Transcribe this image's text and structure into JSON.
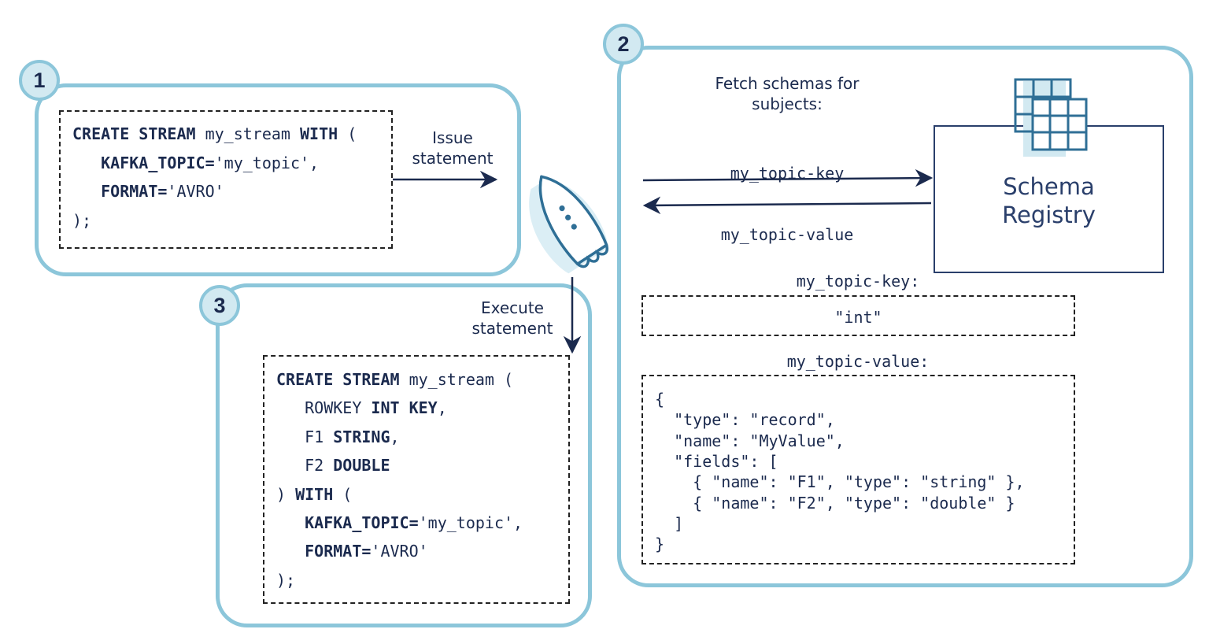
{
  "badges": {
    "step1": "1",
    "step2": "2",
    "step3": "3"
  },
  "step1": {
    "code_lines": [
      [
        {
          "t": "CREATE STREAM",
          "b": true
        },
        {
          "t": " my_stream ",
          "b": false
        },
        {
          "t": "WITH",
          "b": true
        },
        {
          "t": " (",
          "b": false
        }
      ],
      [
        {
          "t": "   KAFKA_TOPIC=",
          "b": true
        },
        {
          "t": "'my_topic',",
          "b": false
        }
      ],
      [
        {
          "t": "   FORMAT=",
          "b": true
        },
        {
          "t": "'AVRO'",
          "b": false
        }
      ],
      [
        {
          "t": ");",
          "b": false
        }
      ]
    ],
    "arrow_label_1": "Issue",
    "arrow_label_2": "statement"
  },
  "step2": {
    "fetch_label_1": "Fetch schemas for",
    "fetch_label_2": "subjects:",
    "subject_key": "my_topic-key",
    "subject_value": "my_topic-value",
    "registry_title_1": "Schema",
    "registry_title_2": "Registry",
    "key_heading": "my_topic-key:",
    "key_schema": "\"int\"",
    "value_heading": "my_topic-value:",
    "value_schema_lines": [
      "{",
      "  \"type\": \"record\",",
      "  \"name\": \"MyValue\",",
      "  \"fields\": [",
      "    { \"name\": \"F1\", \"type\": \"string\" },",
      "    { \"name\": \"F2\", \"type\": \"double\" }",
      "  ]",
      "}"
    ]
  },
  "step3": {
    "arrow_label_1": "Execute",
    "arrow_label_2": "statement",
    "code_lines": [
      [
        {
          "t": "CREATE STREAM",
          "b": true
        },
        {
          "t": " my_stream (",
          "b": false
        }
      ],
      [
        {
          "t": "   ROWKEY ",
          "b": false
        },
        {
          "t": "INT KEY",
          "b": true
        },
        {
          "t": ",",
          "b": false
        }
      ],
      [
        {
          "t": "   F1 ",
          "b": false
        },
        {
          "t": "STRING",
          "b": true
        },
        {
          "t": ",",
          "b": false
        }
      ],
      [
        {
          "t": "   F2 ",
          "b": false
        },
        {
          "t": "DOUBLE",
          "b": true
        }
      ],
      [
        {
          "t": ") ",
          "b": false
        },
        {
          "t": "WITH",
          "b": true
        },
        {
          "t": " (",
          "b": false
        }
      ],
      [
        {
          "t": "   KAFKA_TOPIC=",
          "b": true
        },
        {
          "t": "'my_topic',",
          "b": false
        }
      ],
      [
        {
          "t": "   FORMAT=",
          "b": true
        },
        {
          "t": "'AVRO'",
          "b": false
        }
      ],
      [
        {
          "t": ");",
          "b": false
        }
      ]
    ]
  },
  "colors": {
    "panel_border": "#8cc6da",
    "badge_fill": "#d2e9f1",
    "ink": "#1b2a4e",
    "icon_blue": "#2f6f96"
  },
  "icons": {
    "rocket": "rocket-icon",
    "registry": "table-grid-icon"
  }
}
